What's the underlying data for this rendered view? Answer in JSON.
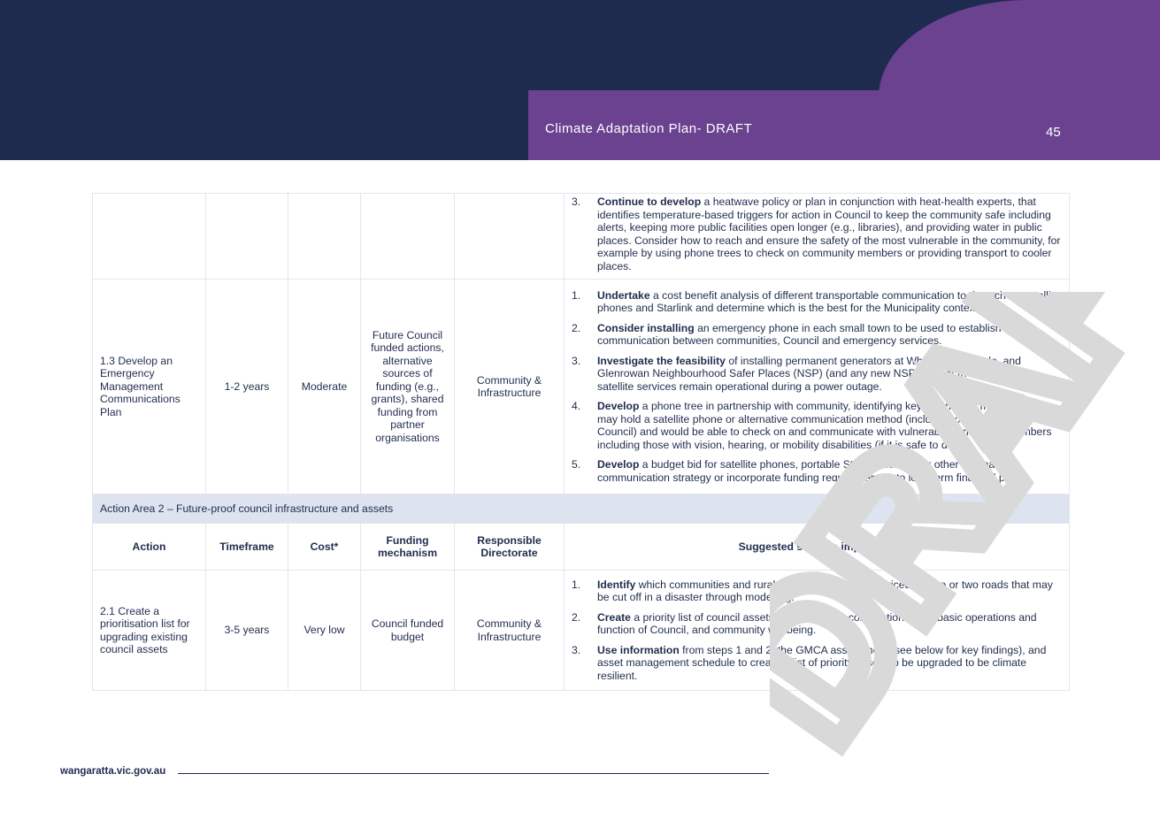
{
  "header": {
    "doc_title": "Climate Adaptation Plan- DRAFT",
    "page_number": "45"
  },
  "watermark": {
    "text": "DRAFT"
  },
  "table": {
    "row0": {
      "steps": [
        {
          "num": "3.",
          "bold": "Continue to develop",
          "text": " a heatwave policy or plan in conjunction with heat-health experts, that identifies temperature-based triggers for action in Council to keep the community safe including alerts, keeping more public facilities open longer (e.g., libraries), and providing water in public places. Consider how to reach and ensure the safety of the most vulnerable in the community, for example by using phone trees to check on community members or providing transport to cooler places."
        }
      ]
    },
    "row1": {
      "action": "1.3 Develop an Emergency Management Communications Plan",
      "timeframe": "1-2 years",
      "cost": "Moderate",
      "funding": "Future Council funded actions, alternative sources of funding (e.g., grants), shared funding from partner organisations",
      "directorate": "Community & Infrastructure",
      "steps": [
        {
          "num": "1.",
          "bold": "Undertake",
          "text": " a cost benefit analysis of different transportable communication tools such as satellite phones and Starlink and determine which is the best for the Municipality context."
        },
        {
          "num": "2.",
          "bold": "Consider installing",
          "text": " an emergency phone in each small town to be used to establish communication between communities, Council and emergency services."
        },
        {
          "num": "3.",
          "bold": "Investigate the feasibility",
          "text": " of installing permanent generators at Whitfield, Eldorado, and Glenrowan Neighbourhood Safer Places (NSP) (and any new NSP) so that the Sky Muster satellite services remain operational during a power outage."
        },
        {
          "num": "4.",
          "bold": "Develop",
          "text": " a phone tree in partnership with community, identifying key community members that may hold a satellite phone or alternative communication method (including one provided by Council) and would be able to check on and communicate with vulnerable community members including those with vision, hearing, or mobility disabilities (if it is safe to do so)."
        },
        {
          "num": "5.",
          "bold": "Develop",
          "text": " a budget bid for satellite phones, portable Starlink devices or other alternative communication strategy or incorporate funding requirements into long term financial plan."
        }
      ]
    },
    "area2": {
      "title": "Action Area 2 – Future-proof council infrastructure and assets"
    },
    "columns": {
      "action": "Action",
      "timeframe": "Timeframe",
      "cost": "Cost*",
      "funding": "Funding mechanism",
      "directorate": "Responsible Directorate",
      "steps": "Suggested steps to implement"
    },
    "row2": {
      "action": "2.1 Create a prioritisation list for upgrading existing council assets",
      "timeframe": "3-5 years",
      "cost": "Very low",
      "funding": "Council funded budget",
      "directorate": "Community & Infrastructure",
      "steps": [
        {
          "num": "1.",
          "bold": "Identify",
          "text": " which communities and rural properties are only serviced by one or two roads that may be cut off in a disaster through modelling."
        },
        {
          "num": "2.",
          "bold": "Create",
          "text": " a priority list of council assets based on their contribution to the basic operations and function of Council, and community wellbeing."
        },
        {
          "num": "3.",
          "bold": "Use information",
          "text": " from steps 1 and 2, the GMCA assessment (see below for key findings), and asset management schedule to create a list of priority assets to be upgraded to be climate resilient."
        }
      ]
    }
  },
  "footer": {
    "url": "wangaratta.vic.gov.au"
  }
}
